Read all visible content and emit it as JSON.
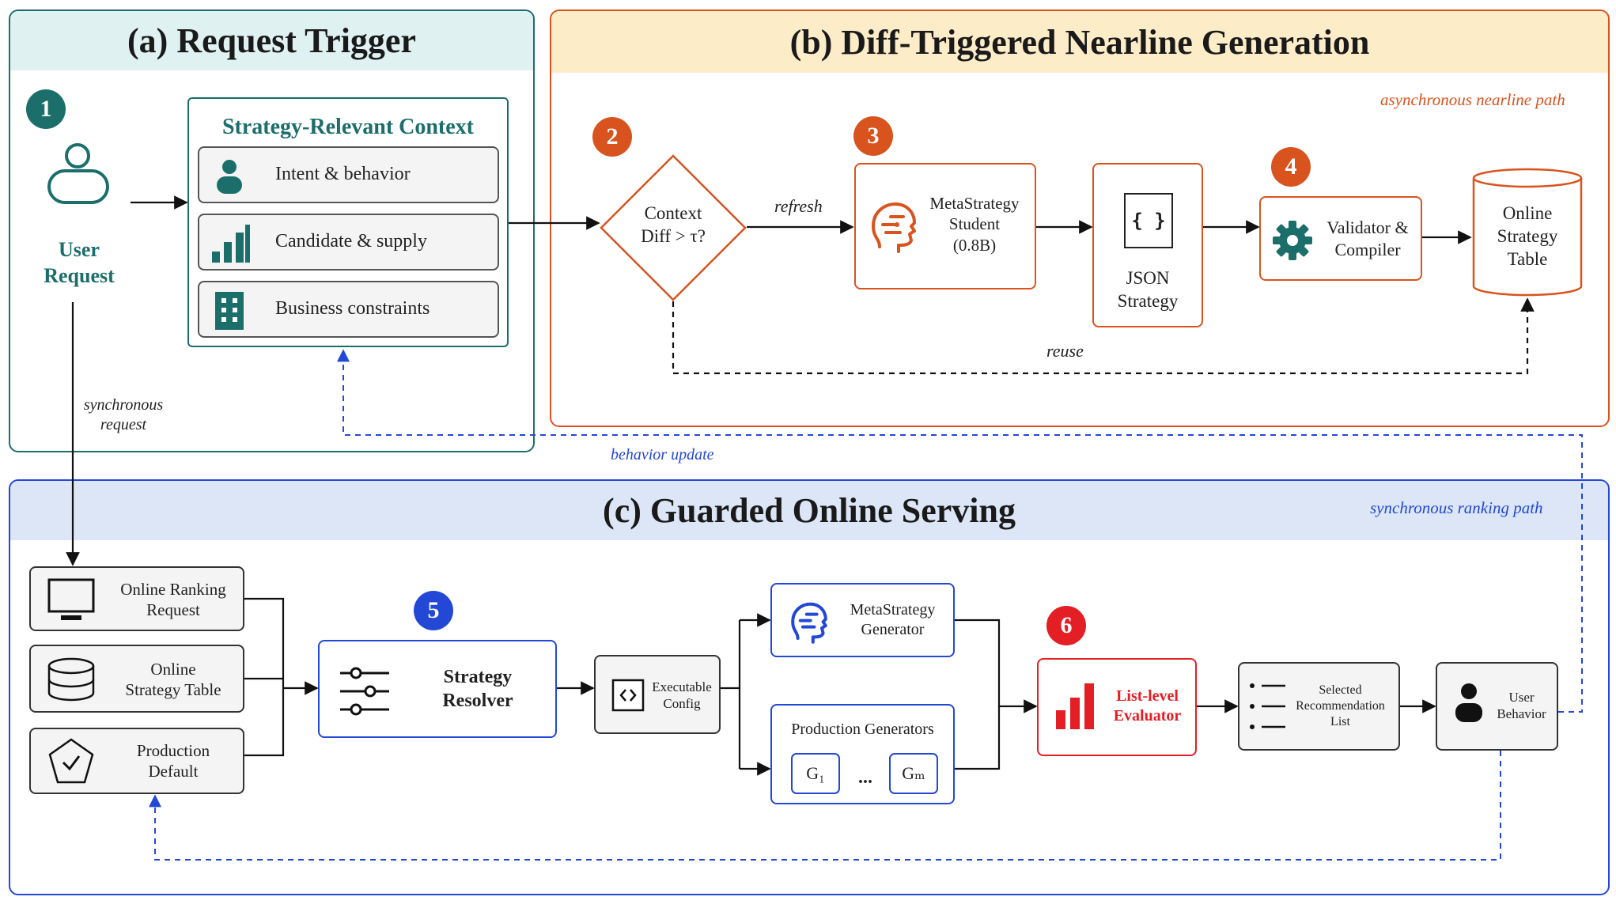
{
  "panel_a": {
    "title": "(a) Request Trigger",
    "badge": "1",
    "user_request": "User\nRequest",
    "context_title": "Strategy-Relevant Context",
    "context_items": [
      "Intent & behavior",
      "Candidate & supply",
      "Business constraints"
    ],
    "sync_label": "synchronous\nrequest"
  },
  "panel_b": {
    "title": "(b) Diff-Triggered Nearline Generation",
    "path_label": "asynchronous nearline path",
    "badge2": "2",
    "diamond": "Context\nDiff > τ?",
    "refresh": "refresh",
    "badge3": "3",
    "student": "MetaStrategy\nStudent\n(0.8B)",
    "json_icon": "{ }",
    "json": "JSON\nStrategy",
    "badge4": "4",
    "validator": "Validator &\nCompiler",
    "online_table": "Online\nStrategy\nTable",
    "reuse": "reuse"
  },
  "behavior_update": "behavior update",
  "panel_c": {
    "title": "(c) Guarded Online Serving",
    "path_label": "synchronous ranking path",
    "online_ranking": "Online Ranking\nRequest",
    "online_table": "Online\nStrategy Table",
    "production_default": "Production\nDefault",
    "badge5": "5",
    "resolver": "Strategy\nResolver",
    "exec_config": "Executable\nConfig",
    "generator": "MetaStrategy\nGenerator",
    "prod_generators": "Production Generators",
    "g1": "G₁",
    "dots": "...",
    "gm": "Gₘ",
    "badge6": "6",
    "evaluator": "List-level\nEvaluator",
    "selected": "Selected\nRecommendation\nList",
    "user_behavior": "User\nBehavior"
  },
  "colors": {
    "teal": "#1c6e6a",
    "orange": "#d9531e",
    "blue": "#2348d6",
    "red": "#e31e24",
    "head_a": "#dff1f1",
    "head_b": "#fdecc8",
    "head_c": "#dce6f7"
  }
}
